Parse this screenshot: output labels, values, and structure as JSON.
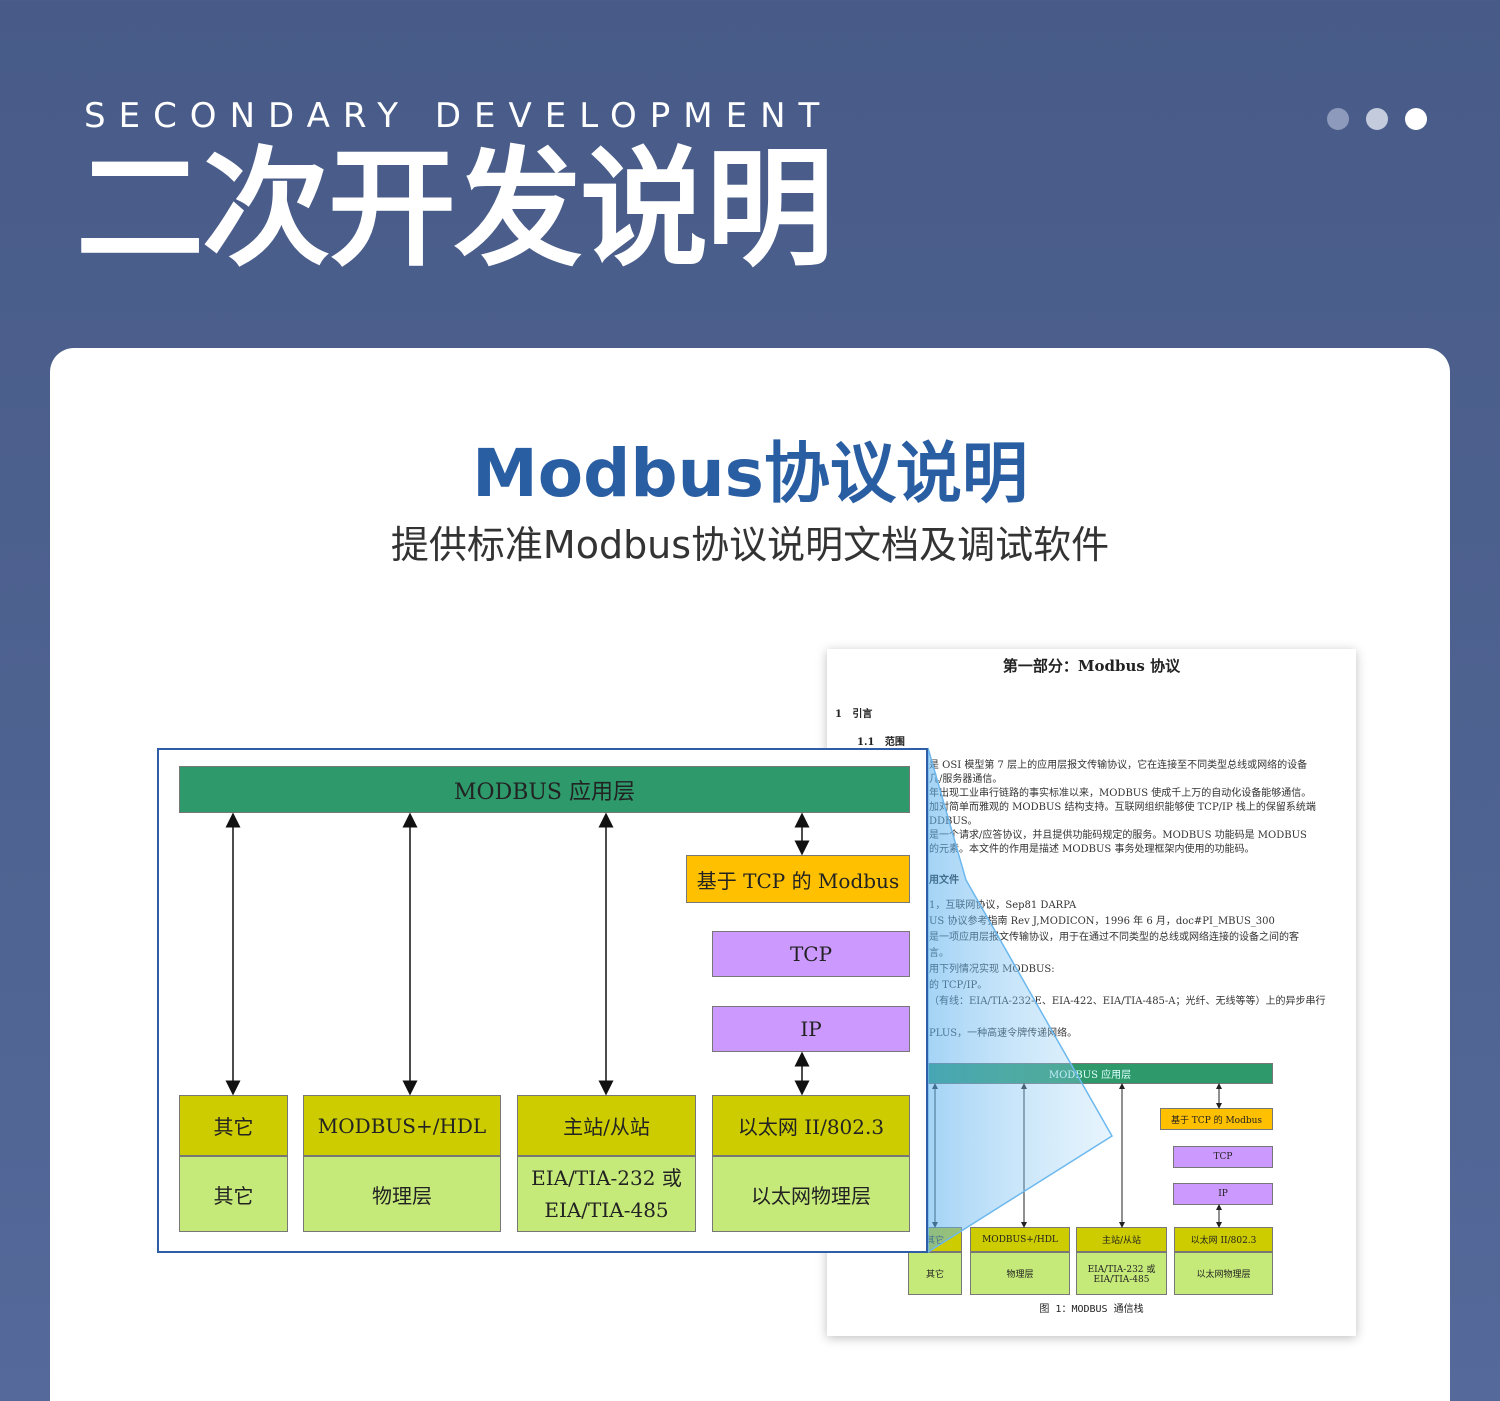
{
  "header": {
    "subtitle_en": "SECONDARY DEVELOPMENT",
    "title_cn": "二次开发说明"
  },
  "card": {
    "title": "Modbus协议说明",
    "subtitle": "提供标准Modbus协议说明文档及调试软件"
  },
  "diagram": {
    "app_layer": "MODBUS 应用层",
    "tcp_modbus": "基于 TCP 的 Modbus",
    "tcp": "TCP",
    "ip": "IP",
    "col1_top": "其它",
    "col1_bottom": "其它",
    "col2_top": "MODBUS+/HDL",
    "col2_bottom": "物理层",
    "col3_top": "主站/从站",
    "col3_bottom_1": "EIA/TIA-232 或",
    "col3_bottom_2": "EIA/TIA-485",
    "col4_top": "以太网 II/802.3",
    "col4_bottom": "以太网物理层"
  },
  "document": {
    "title": "第一部分：Modbus 协议",
    "h1_num": "1",
    "h1": "引言",
    "h2_num": "1.1",
    "h2": "范围",
    "lines_a": [
      "是 OSI 模型第 7 层上的应用层报文传输协议，它在连接至不同类型总线或网络的设备",
      "几/服务器通信。",
      "年出现工业串行链路的事实标准以来，MODBUS 使成千上万的自动化设备能够通信。",
      "加对简单而雅观的 MODBUS 结构支持。互联网组织能够使 TCP/IP 栈上的保留系统端",
      "DDBUS。",
      "是一个请求/应答协议，并且提供功能码规定的服务。MODBUS 功能码是 MODBUS",
      "的元素。本文件的作用是描述 MODBUS 事务处理框架内使用的功能码。"
    ],
    "ref_heading": "用文件",
    "lines_b": [
      "1，互联网协议，Sep81 DARPA",
      "US 协议参考指南 Rev J,MODICON，1996 年 6 月，doc#PI_MBUS_300",
      "是一项应用层报文传输协议，用于在通过不同类型的总线或网络连接的设备之间的客",
      "言。",
      "用下列情况实现 MODBUS:",
      "的 TCP/IP。",
      "（有线：EIA/TIA-232-E、EIA-422、EIA/TIA-485-A；光纤、无线等等）上的异步串行",
      "",
      "PLUS，一种高速令牌传递网络。"
    ],
    "caption": "图 1：MODBUS 通信栈"
  }
}
